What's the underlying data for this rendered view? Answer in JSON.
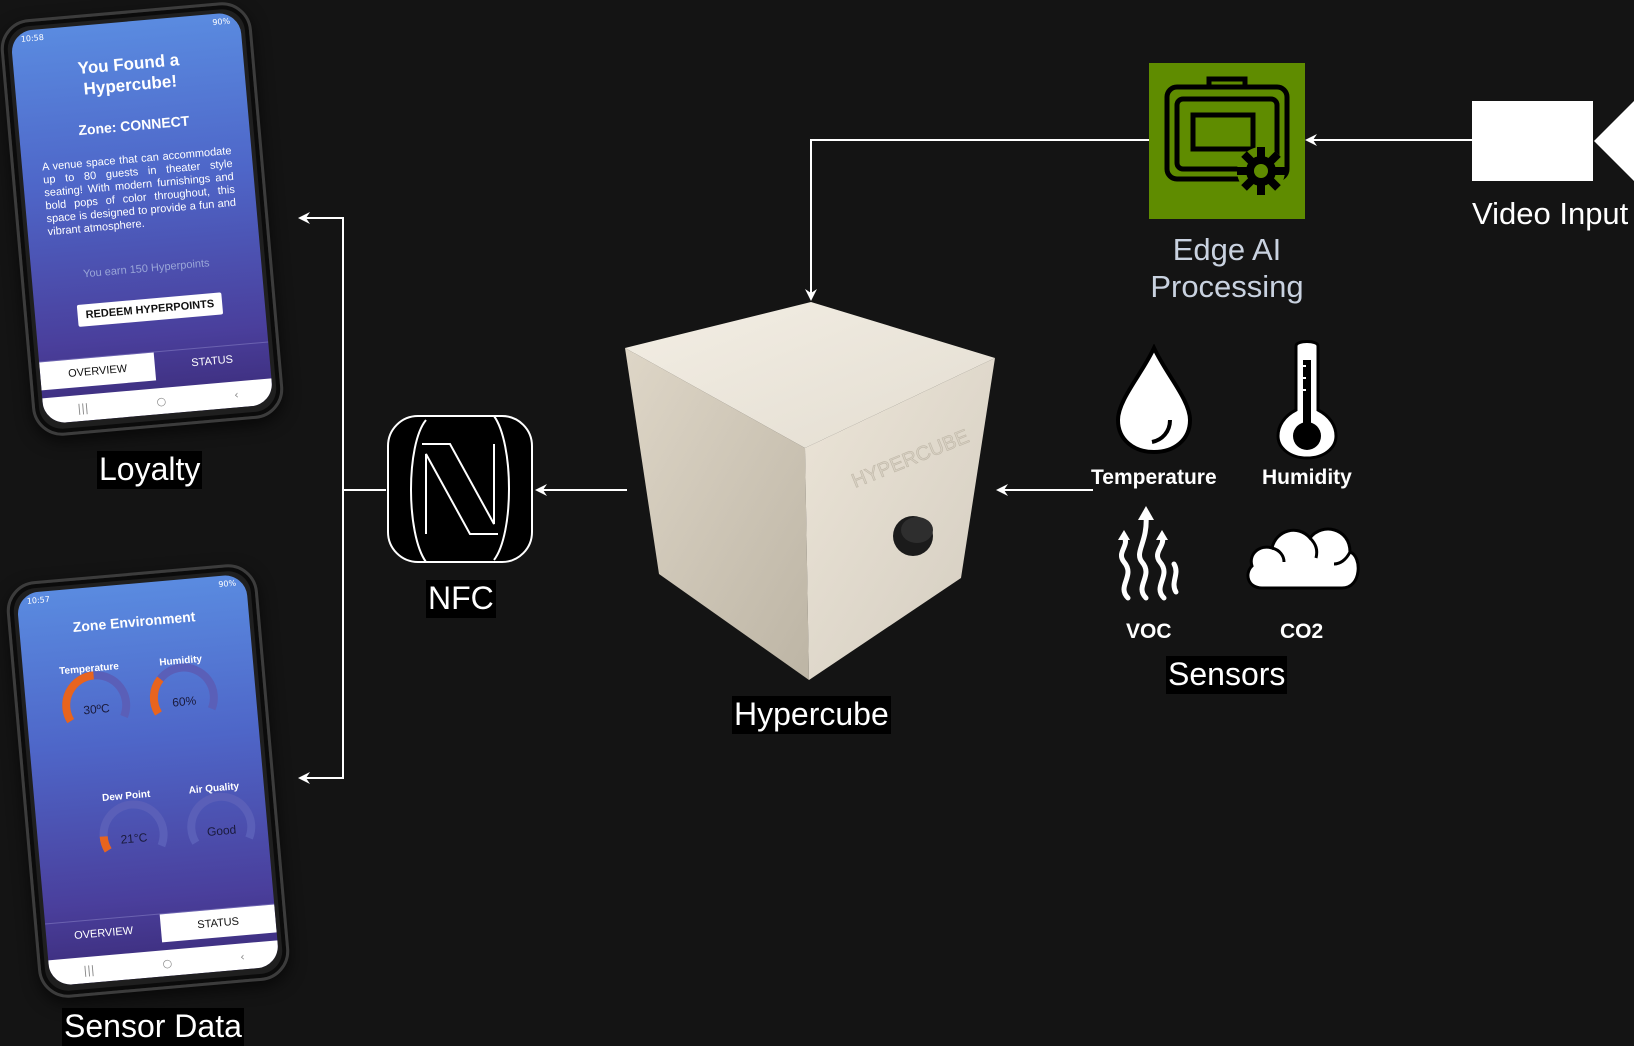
{
  "labels": {
    "loyalty": "Loyalty",
    "sensor_data": "Sensor Data",
    "nfc": "NFC",
    "hypercube": "Hypercube",
    "sensors": "Sensors",
    "edge_ai": "Edge AI Processing",
    "video_input": "Video Input"
  },
  "sensors": {
    "temperature": "Temperature",
    "humidity": "Humidity",
    "voc": "VOC",
    "co2": "CO2"
  },
  "cube": {
    "engraving": "HYPERCUBE"
  },
  "loyalty_phone": {
    "status_time": "10:58",
    "status_right": "90%",
    "title": "You Found a Hypercube!",
    "zone": "Zone: CONNECT",
    "description": "A venue space that can accommodate up to 80 guests in theater style seating! With modern furnishings and bold pops of color throughout, this space is designed to provide a fun and vibrant atmosphere.",
    "earn": "You earn 150 Hyperpoints",
    "redeem_button": "REDEEM HYPERPOINTS",
    "tabs": [
      "OVERVIEW",
      "STATUS"
    ],
    "active_tab": 0
  },
  "sensor_phone": {
    "status_time": "10:57",
    "status_right": "90%",
    "title": "Zone Environment",
    "gauges": [
      {
        "label": "Temperature",
        "value": "30ºC",
        "level": 0.5
      },
      {
        "label": "Humidity",
        "value": "60%",
        "level": 0.3
      },
      {
        "label": "Dew Point",
        "value": "21°C",
        "level": 0.12
      },
      {
        "label": "Air Quality",
        "value": "Good",
        "level": 0.0
      }
    ],
    "tabs": [
      "OVERVIEW",
      "STATUS"
    ],
    "active_tab": 1
  },
  "colors": {
    "background": "#141414",
    "edge_ai_box": "#5f8c00",
    "gauge_fill": "#e8641e",
    "gauge_track": "#5a5fb8",
    "edge_label": "#c9d2e0"
  }
}
